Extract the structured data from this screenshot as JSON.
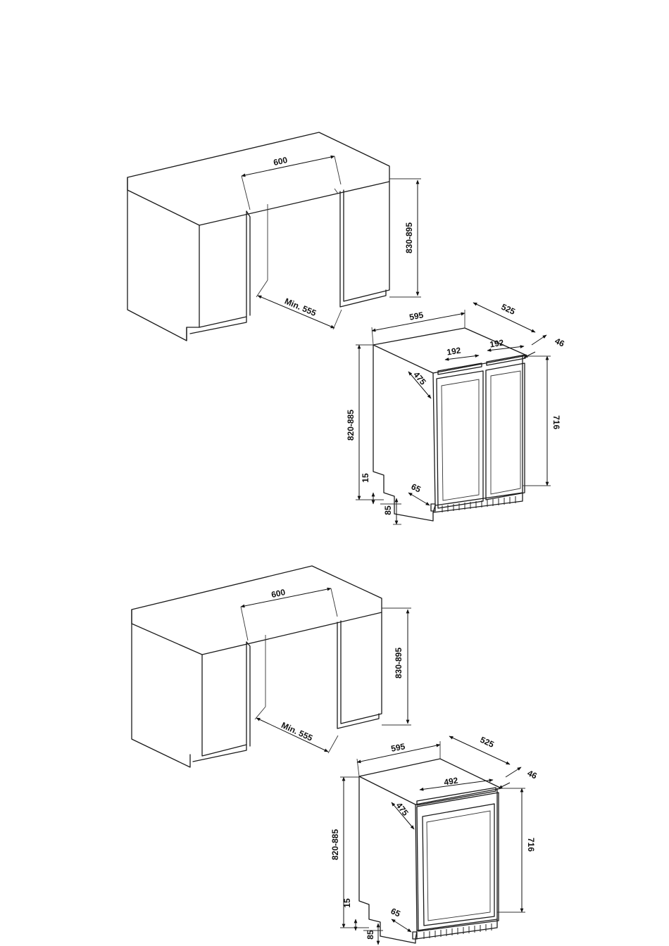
{
  "drawing_top": {
    "cabinet": {
      "opening_width": "600",
      "opening_height": "830-895",
      "opening_depth": "Min. 555"
    },
    "appliance": {
      "width": "595",
      "depth": "525",
      "handle_depth": "46",
      "door_swing": "475",
      "handle_left": "192",
      "handle_right": "192",
      "height": "820-885",
      "door_height": "716",
      "plinth_offset": "15",
      "plinth_height": "85",
      "plinth_depth": "65"
    }
  },
  "drawing_bottom": {
    "cabinet": {
      "opening_width": "600",
      "opening_height": "830-895",
      "opening_depth": "Min. 555"
    },
    "appliance": {
      "width": "595",
      "depth": "525",
      "handle_depth": "46",
      "door_swing": "475",
      "handle_width": "492",
      "height": "820-885",
      "door_height": "716",
      "plinth_offset": "15",
      "plinth_height": "85",
      "plinth_depth": "65"
    }
  }
}
